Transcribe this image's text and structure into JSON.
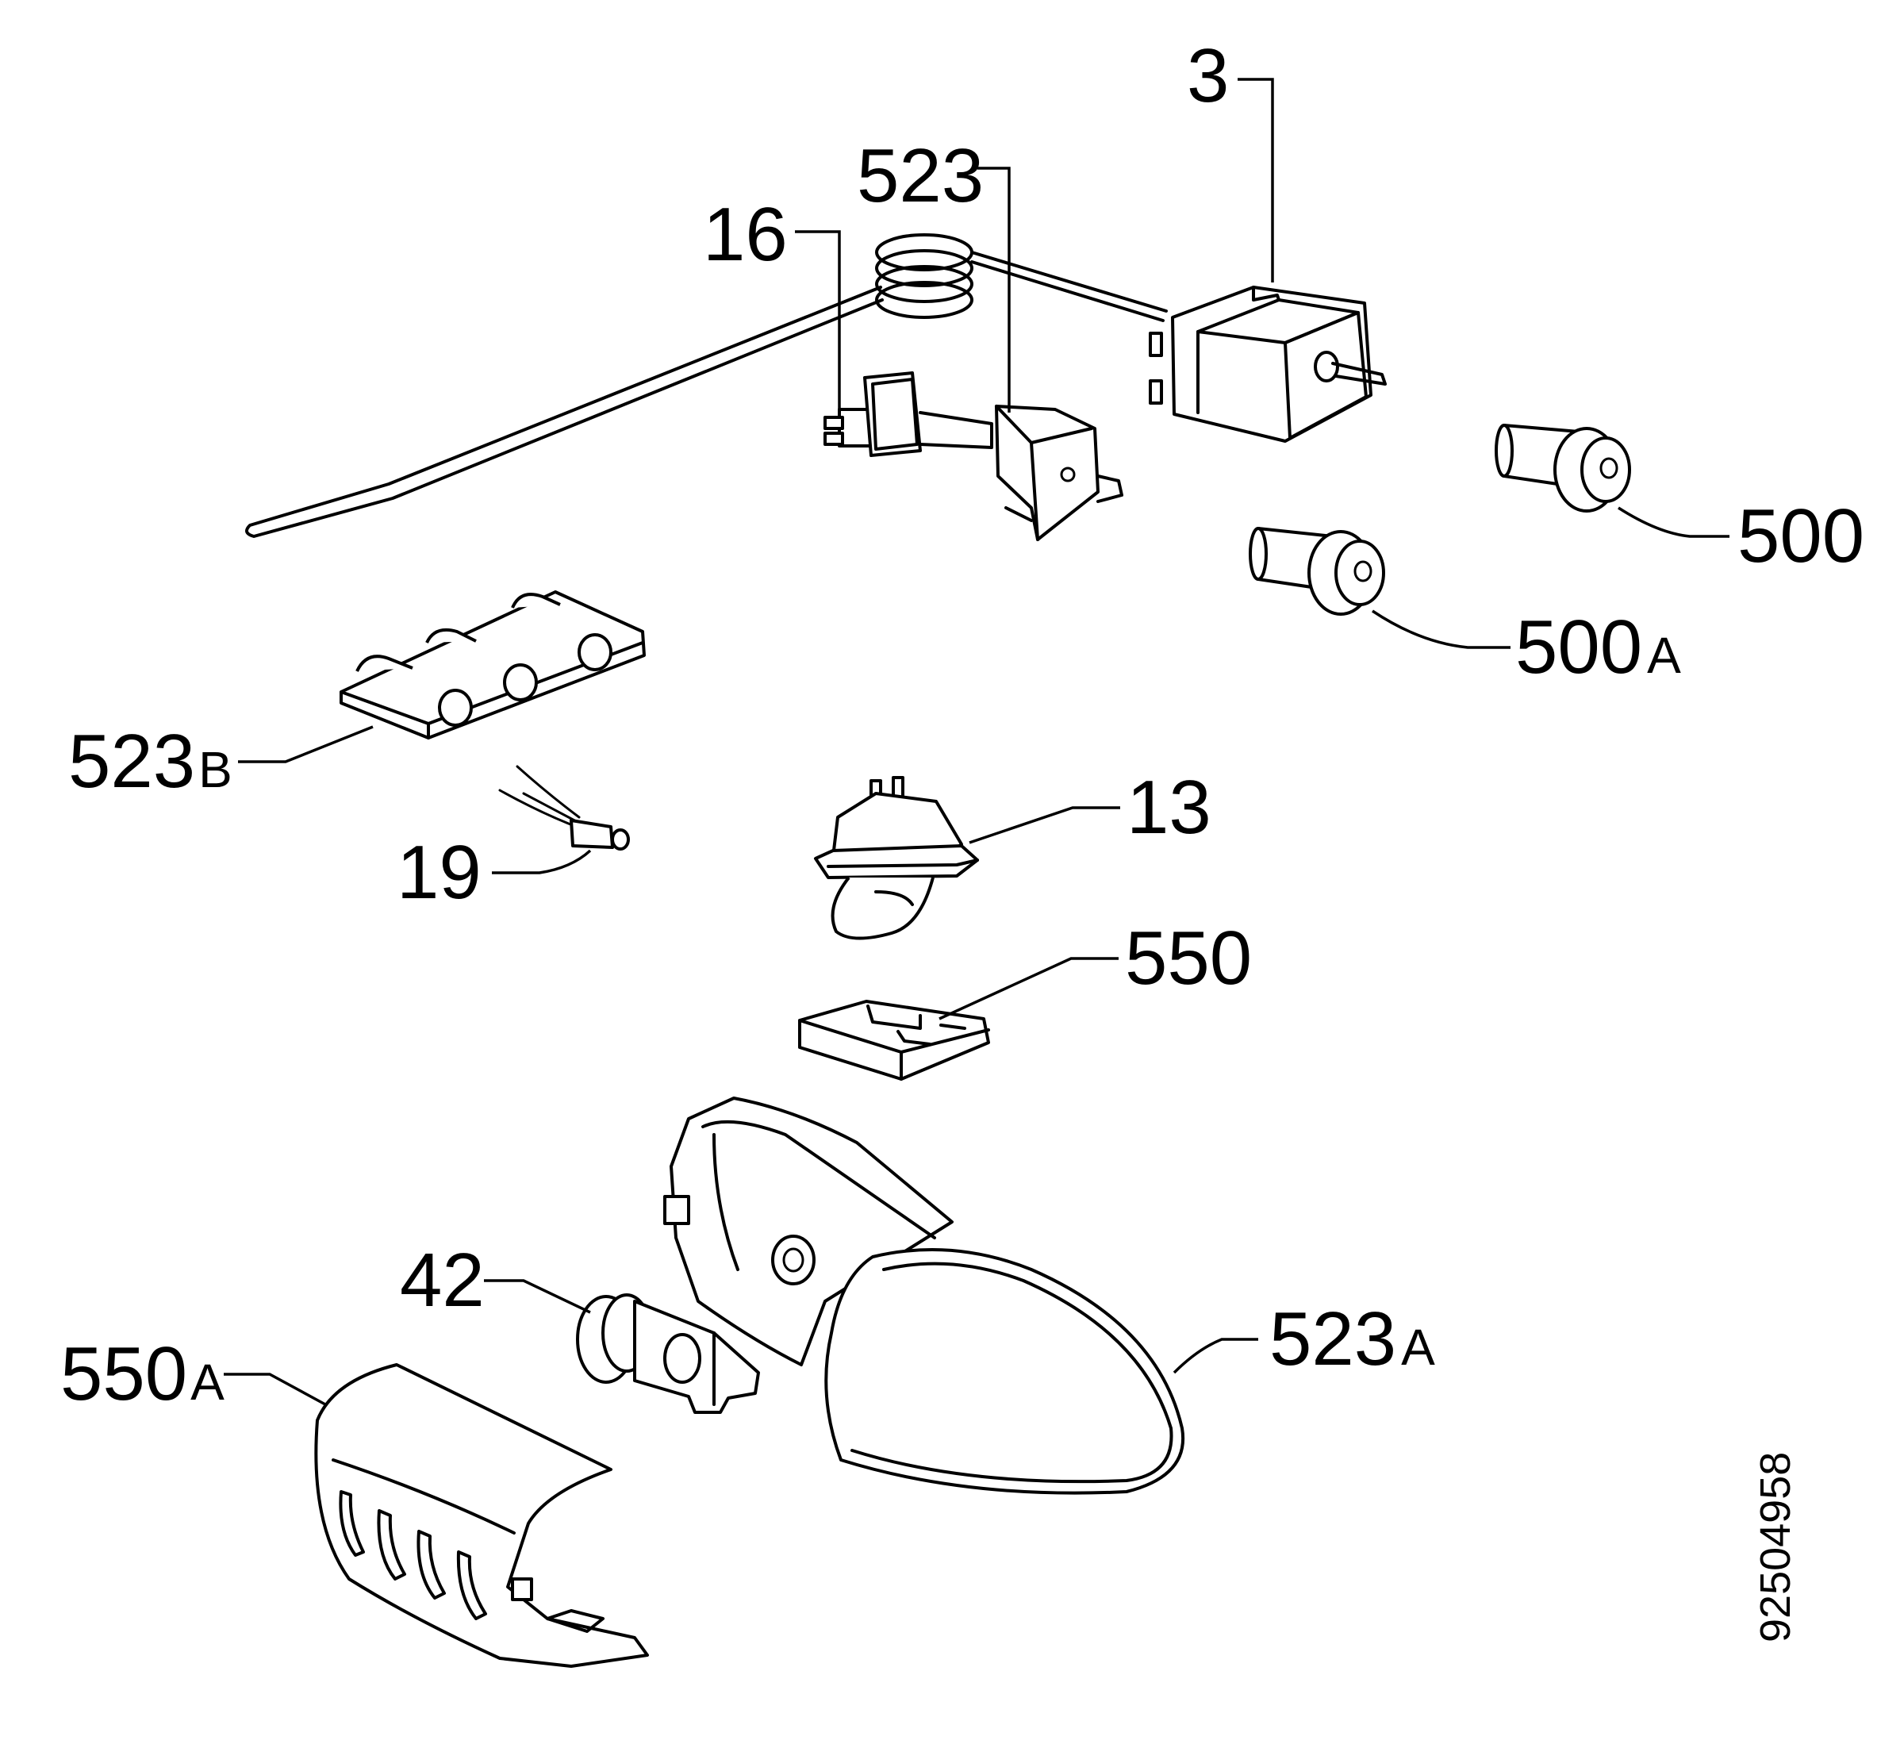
{
  "diagram": {
    "document_number": "92504958",
    "callouts": [
      {
        "id": "3",
        "number": "3",
        "suffix": ""
      },
      {
        "id": "523",
        "number": "523",
        "suffix": ""
      },
      {
        "id": "16",
        "number": "16",
        "suffix": ""
      },
      {
        "id": "500",
        "number": "500",
        "suffix": ""
      },
      {
        "id": "500A",
        "number": "500",
        "suffix": "A"
      },
      {
        "id": "523B",
        "number": "523",
        "suffix": "B"
      },
      {
        "id": "13",
        "number": "13",
        "suffix": ""
      },
      {
        "id": "19",
        "number": "19",
        "suffix": ""
      },
      {
        "id": "550",
        "number": "550",
        "suffix": ""
      },
      {
        "id": "42",
        "number": "42",
        "suffix": ""
      },
      {
        "id": "523A",
        "number": "523",
        "suffix": "A"
      },
      {
        "id": "550A",
        "number": "550",
        "suffix": "A"
      }
    ]
  }
}
